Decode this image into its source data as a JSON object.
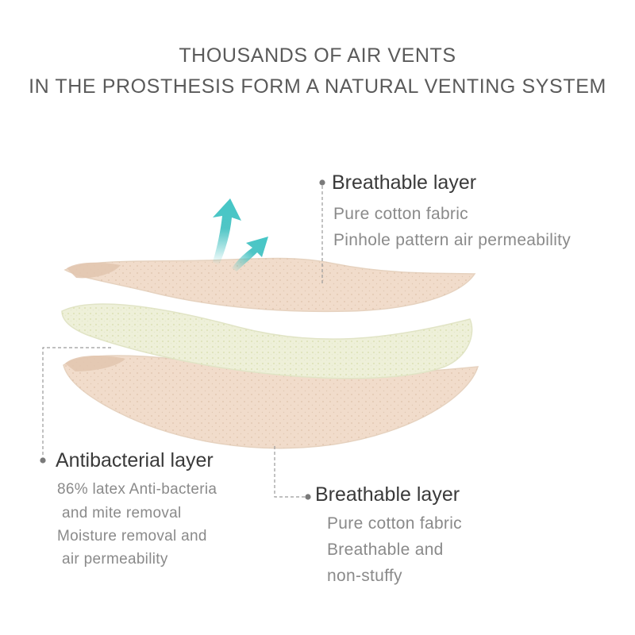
{
  "headline": {
    "line1": "THOUSANDS OF AIR VENTS",
    "line2": "IN THE PROSTHESIS FORM A NATURAL VENTING SYSTEM"
  },
  "layers": {
    "top": {
      "title": "Breathable layer",
      "lines": [
        "Pure cotton fabric",
        "Pinhole pattern air permeability"
      ]
    },
    "middle": {
      "title": "Antibacterial layer",
      "lines": [
        "86% latex  Anti-bacteria",
        "and mite removal",
        "Moisture removal and",
        "air permeability"
      ]
    },
    "bottom": {
      "title": "Breathable layer",
      "lines": [
        "Pure cotton fabric",
        "Breathable and",
        "non-stuffy"
      ]
    }
  },
  "colors": {
    "cotton": "#f1dccb",
    "cotton_edge": "#e2c7b0",
    "latex": "#eef0d9",
    "latex_edge": "#dfe3c0",
    "arrow": "#3cbfbf",
    "leader": "#9a9a9a"
  },
  "icons": {
    "airflow": "airflow-arrow-icon"
  }
}
